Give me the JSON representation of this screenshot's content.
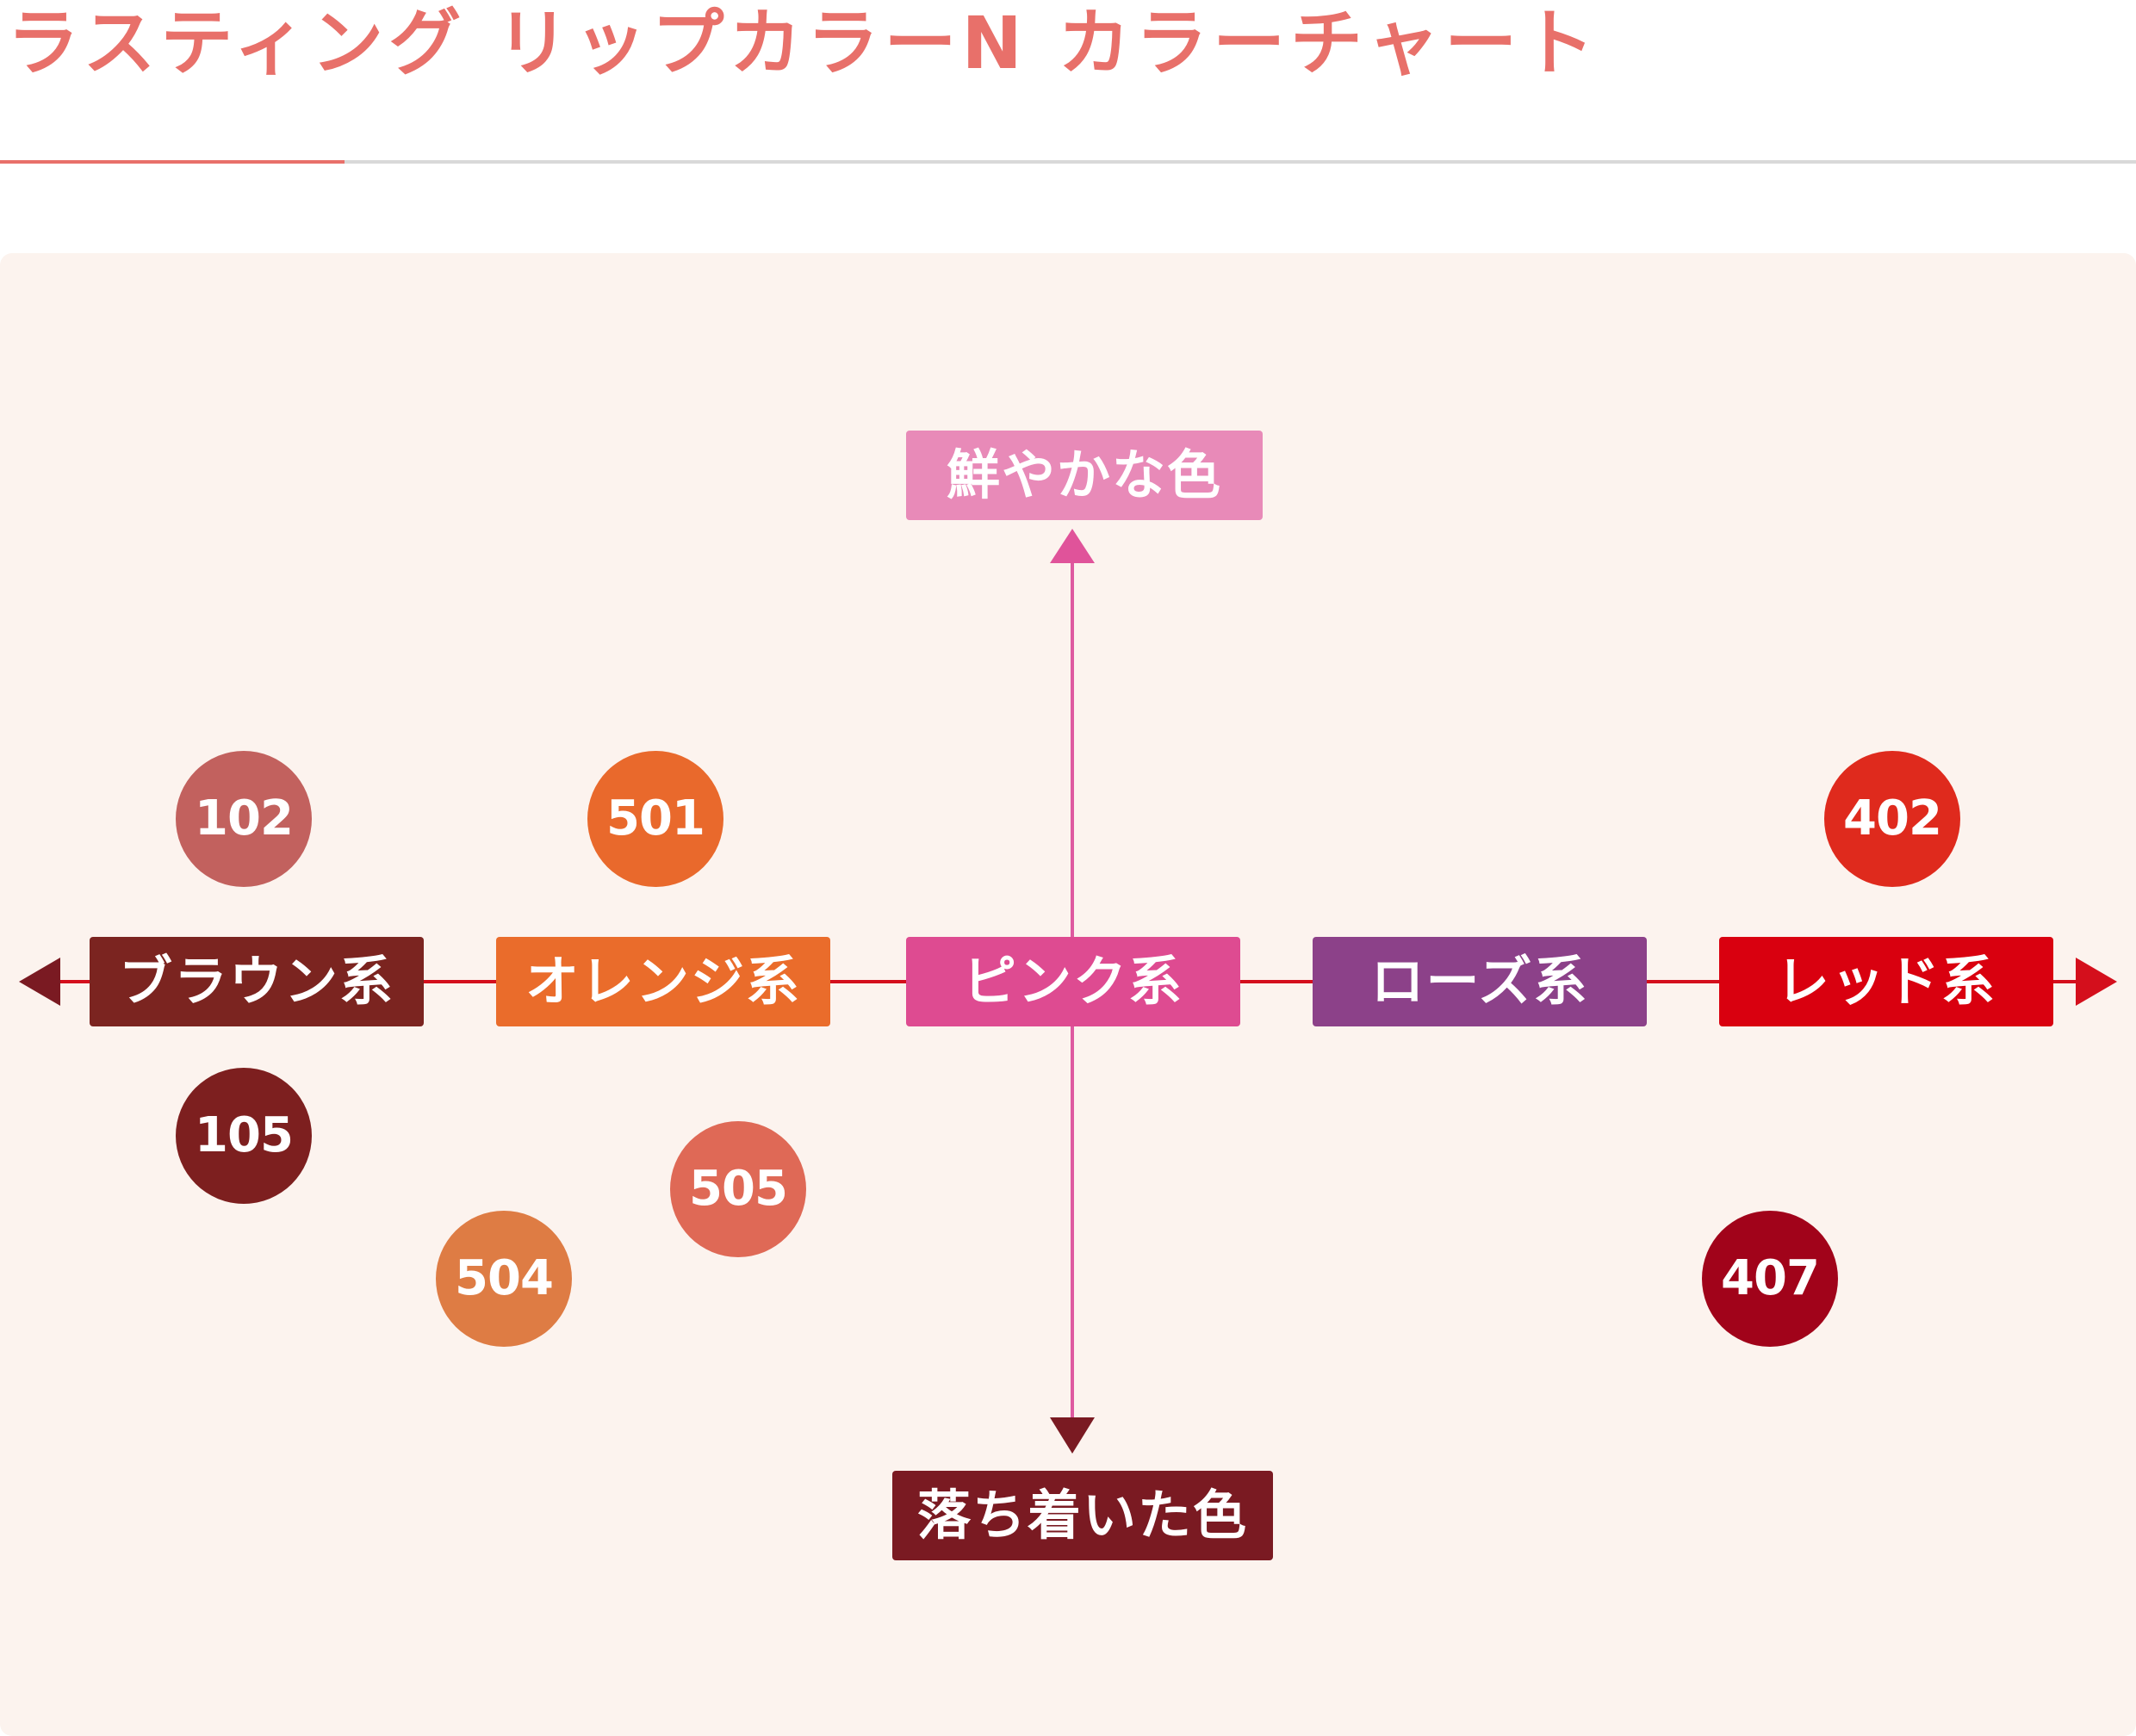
{
  "title": "ラスティング リップカラーN カラーチャート",
  "colors": {
    "title": "#e8706a",
    "panel_bg": "#fcf3ee",
    "h_axis": "#d40f1c",
    "v_axis": "#de5aa0",
    "arrow_left": "#7a1a22",
    "arrow_right": "#d40f1c",
    "arrow_up": "#e0539a",
    "arrow_down": "#7a1a22"
  },
  "chart": {
    "axes": {
      "top_label": "鮮やかな色",
      "bottom_label": "落ち着いた色",
      "top_color": "#e88ab8",
      "bottom_color": "#7a1a22"
    },
    "categories": [
      {
        "label": "ブラウン系",
        "color": "#7b2420"
      },
      {
        "label": "オレンジ系",
        "color": "#ea6c2b"
      },
      {
        "label": "ピンク系",
        "color": "#de4b91"
      },
      {
        "label": "ローズ系",
        "color": "#8c4189"
      },
      {
        "label": "レッド系",
        "color": "#d9000f"
      }
    ],
    "shades": [
      {
        "code": "102",
        "color": "#c2615e"
      },
      {
        "code": "105",
        "color": "#7d1f1f"
      },
      {
        "code": "501",
        "color": "#e9692c"
      },
      {
        "code": "505",
        "color": "#df6956"
      },
      {
        "code": "504",
        "color": "#de7c44"
      },
      {
        "code": "402",
        "color": "#df2a1d"
      },
      {
        "code": "407",
        "color": "#a1031a"
      }
    ]
  }
}
